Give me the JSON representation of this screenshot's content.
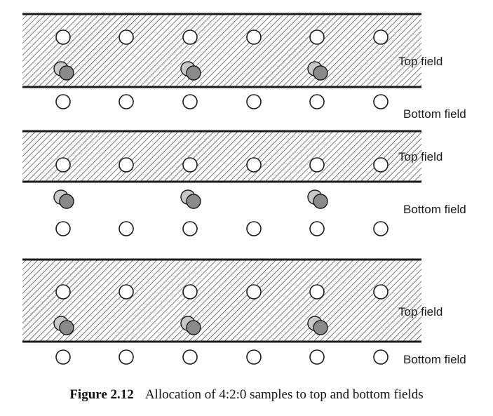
{
  "figure": {
    "number": "Figure 2.12",
    "caption": "Allocation of 4:2:0 samples to top and bottom fields"
  },
  "colors": {
    "line": "#1a1a1a",
    "hatch": "#333333",
    "luma_fill": "#ffffff",
    "chroma_back": "#c8c8c8",
    "chroma_front": "#8a8a8a"
  },
  "legend_glyphs": {
    "luma": "white-circle",
    "chroma": "grey-circle-pair"
  },
  "panels": [
    {
      "id": "panel-1",
      "rows": [
        {
          "field": "top",
          "shaded": true,
          "label": "Top field",
          "luma_count": 6,
          "chroma_count": 3
        },
        {
          "field": "bottom",
          "shaded": false,
          "label": "Bottom field",
          "luma_count": 6,
          "chroma_count": 0
        }
      ]
    },
    {
      "id": "panel-2",
      "rows": [
        {
          "field": "top",
          "shaded": true,
          "label": "Top field",
          "luma_count": 6,
          "chroma_count": 0
        },
        {
          "field": "bottom",
          "shaded": false,
          "label": "Bottom field",
          "luma_count": 6,
          "chroma_count": 3
        }
      ]
    },
    {
      "id": "panel-3",
      "rows": [
        {
          "field": "top",
          "shaded": true,
          "label": "Top field",
          "luma_count": 6,
          "chroma_count": 3
        },
        {
          "field": "bottom",
          "shaded": false,
          "label": "Bottom field",
          "luma_count": 6,
          "chroma_count": 0
        }
      ]
    }
  ]
}
